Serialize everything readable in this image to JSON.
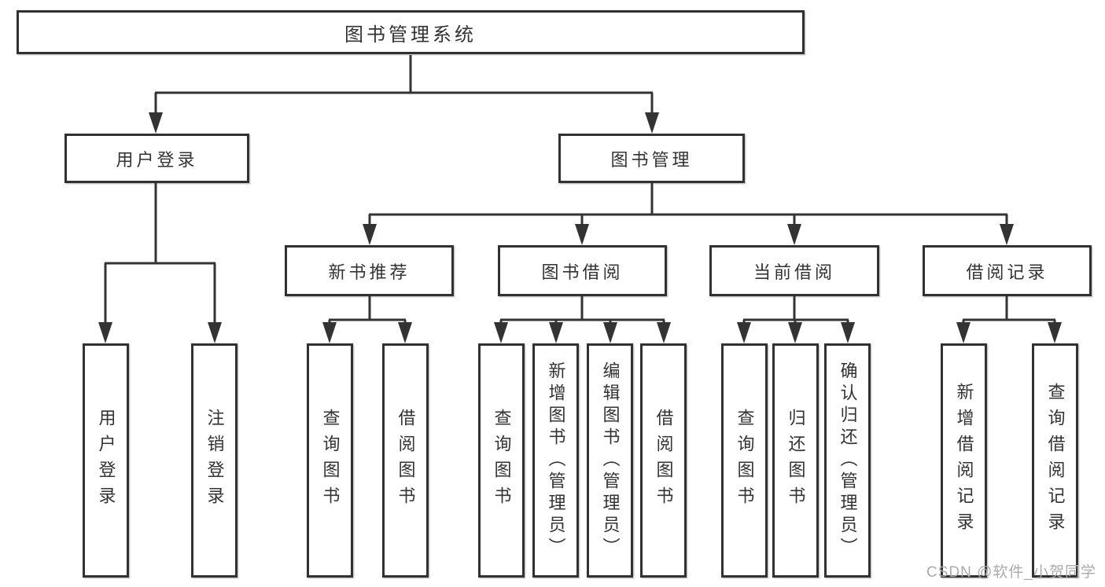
{
  "tree": {
    "label": "图书管理系统",
    "children": [
      {
        "label": "用户登录",
        "leaves": [
          "用户登录",
          "注销登录"
        ]
      },
      {
        "label": "图书管理",
        "children": [
          {
            "label": "新书推荐",
            "leaves": [
              "查询图书",
              "借阅图书"
            ]
          },
          {
            "label": "图书借阅",
            "leaves": [
              "查询图书",
              "新增图书（管理员）",
              "编辑图书（管理员）",
              "借阅图书"
            ]
          },
          {
            "label": "当前借阅",
            "leaves": [
              "查询图书",
              "归还图书",
              "确认归还（管理员）"
            ]
          },
          {
            "label": "借阅记录",
            "leaves": [
              "新增借阅记录",
              "查询借阅记录"
            ]
          }
        ]
      }
    ]
  },
  "watermark": "CSDN @软件_小贺同学",
  "colors": {
    "line": "#333333",
    "box_border": "#313131",
    "text": "#333333",
    "watermark": "#ababab",
    "background": "#ffffff"
  }
}
